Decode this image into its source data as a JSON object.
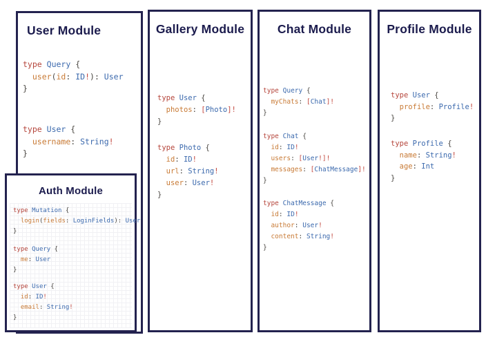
{
  "colors": {
    "background": "#ffffff",
    "border_navy": "#23224f",
    "title_navy": "#1b1b4d",
    "token_keyword": "#b5453b",
    "token_type": "#3b69ad",
    "token_field": "#c87a35",
    "token_punct": "#4a4742",
    "token_bracket": "#c2463c"
  },
  "modules": {
    "user": {
      "title": "User Module",
      "blocks": [
        [
          [
            [
              "k",
              "type"
            ],
            [
              "p",
              " "
            ],
            [
              "t",
              "Query"
            ],
            [
              "p",
              " {"
            ]
          ],
          [
            [
              "p",
              "  "
            ],
            [
              "f",
              "user"
            ],
            [
              "p",
              "("
            ],
            [
              "f",
              "id"
            ],
            [
              "p",
              ": "
            ],
            [
              "t",
              "ID"
            ],
            [
              "b",
              "!"
            ],
            [
              "p",
              "): "
            ],
            [
              "t",
              "User"
            ]
          ],
          [
            [
              "p",
              "}"
            ]
          ]
        ],
        [
          [
            [
              "k",
              "type"
            ],
            [
              "p",
              " "
            ],
            [
              "t",
              "User"
            ],
            [
              "p",
              " {"
            ]
          ],
          [
            [
              "p",
              "  "
            ],
            [
              "f",
              "username"
            ],
            [
              "p",
              ": "
            ],
            [
              "t",
              "String"
            ],
            [
              "b",
              "!"
            ]
          ],
          [
            [
              "p",
              "}"
            ]
          ]
        ]
      ]
    },
    "auth": {
      "title": "Auth Module",
      "blocks": [
        [
          [
            [
              "k",
              "type"
            ],
            [
              "p",
              " "
            ],
            [
              "t",
              "Mutation"
            ],
            [
              "p",
              " {"
            ]
          ],
          [
            [
              "p",
              "  "
            ],
            [
              "f",
              "login"
            ],
            [
              "p",
              "("
            ],
            [
              "f",
              "fields"
            ],
            [
              "p",
              ": "
            ],
            [
              "t",
              "LoginFields"
            ],
            [
              "p",
              "): "
            ],
            [
              "t",
              "User"
            ]
          ],
          [
            [
              "p",
              "}"
            ]
          ]
        ],
        [
          [
            [
              "k",
              "type"
            ],
            [
              "p",
              " "
            ],
            [
              "t",
              "Query"
            ],
            [
              "p",
              " {"
            ]
          ],
          [
            [
              "p",
              "  "
            ],
            [
              "f",
              "me"
            ],
            [
              "p",
              ": "
            ],
            [
              "t",
              "User"
            ]
          ],
          [
            [
              "p",
              "}"
            ]
          ]
        ],
        [
          [
            [
              "k",
              "type"
            ],
            [
              "p",
              " "
            ],
            [
              "t",
              "User"
            ],
            [
              "p",
              " {"
            ]
          ],
          [
            [
              "p",
              "  "
            ],
            [
              "f",
              "id"
            ],
            [
              "p",
              ": "
            ],
            [
              "t",
              "ID"
            ],
            [
              "b",
              "!"
            ]
          ],
          [
            [
              "p",
              "  "
            ],
            [
              "f",
              "email"
            ],
            [
              "p",
              ": "
            ],
            [
              "t",
              "String"
            ],
            [
              "b",
              "!"
            ]
          ],
          [
            [
              "p",
              "}"
            ]
          ]
        ]
      ]
    },
    "gallery": {
      "title": "Gallery Module",
      "blocks": [
        [
          [
            [
              "k",
              "type"
            ],
            [
              "p",
              " "
            ],
            [
              "t",
              "User"
            ],
            [
              "p",
              " {"
            ]
          ],
          [
            [
              "p",
              "  "
            ],
            [
              "f",
              "photos"
            ],
            [
              "p",
              ": "
            ],
            [
              "b",
              "["
            ],
            [
              "t",
              "Photo"
            ],
            [
              "b",
              "]!"
            ]
          ],
          [
            [
              "p",
              "}"
            ]
          ]
        ],
        [
          [
            [
              "k",
              "type"
            ],
            [
              "p",
              " "
            ],
            [
              "t",
              "Photo"
            ],
            [
              "p",
              " {"
            ]
          ],
          [
            [
              "p",
              "  "
            ],
            [
              "f",
              "id"
            ],
            [
              "p",
              ": "
            ],
            [
              "t",
              "ID"
            ],
            [
              "b",
              "!"
            ]
          ],
          [
            [
              "p",
              "  "
            ],
            [
              "f",
              "url"
            ],
            [
              "p",
              ": "
            ],
            [
              "t",
              "String"
            ],
            [
              "b",
              "!"
            ]
          ],
          [
            [
              "p",
              "  "
            ],
            [
              "f",
              "user"
            ],
            [
              "p",
              ": "
            ],
            [
              "t",
              "User"
            ],
            [
              "b",
              "!"
            ]
          ],
          [
            [
              "p",
              "}"
            ]
          ]
        ]
      ]
    },
    "chat": {
      "title": "Chat Module",
      "blocks": [
        [
          [
            [
              "k",
              "type"
            ],
            [
              "p",
              " "
            ],
            [
              "t",
              "Query"
            ],
            [
              "p",
              " {"
            ]
          ],
          [
            [
              "p",
              "  "
            ],
            [
              "f",
              "myChats"
            ],
            [
              "p",
              ": "
            ],
            [
              "b",
              "["
            ],
            [
              "t",
              "Chat"
            ],
            [
              "b",
              "]!"
            ]
          ],
          [
            [
              "p",
              "}"
            ]
          ]
        ],
        [
          [
            [
              "k",
              "type"
            ],
            [
              "p",
              " "
            ],
            [
              "t",
              "Chat"
            ],
            [
              "p",
              " {"
            ]
          ],
          [
            [
              "p",
              "  "
            ],
            [
              "f",
              "id"
            ],
            [
              "p",
              ": "
            ],
            [
              "t",
              "ID"
            ],
            [
              "b",
              "!"
            ]
          ],
          [
            [
              "p",
              "  "
            ],
            [
              "f",
              "users"
            ],
            [
              "p",
              ": "
            ],
            [
              "b",
              "["
            ],
            [
              "t",
              "User"
            ],
            [
              "b",
              "!]!"
            ]
          ],
          [
            [
              "p",
              "  "
            ],
            [
              "f",
              "messages"
            ],
            [
              "p",
              ": "
            ],
            [
              "b",
              "["
            ],
            [
              "t",
              "ChatMessage"
            ],
            [
              "b",
              "]!"
            ]
          ],
          [
            [
              "p",
              "}"
            ]
          ]
        ],
        [
          [
            [
              "k",
              "type"
            ],
            [
              "p",
              " "
            ],
            [
              "t",
              "ChatMessage"
            ],
            [
              "p",
              " {"
            ]
          ],
          [
            [
              "p",
              "  "
            ],
            [
              "f",
              "id"
            ],
            [
              "p",
              ": "
            ],
            [
              "t",
              "ID"
            ],
            [
              "b",
              "!"
            ]
          ],
          [
            [
              "p",
              "  "
            ],
            [
              "f",
              "author"
            ],
            [
              "p",
              ": "
            ],
            [
              "t",
              "User"
            ],
            [
              "b",
              "!"
            ]
          ],
          [
            [
              "p",
              "  "
            ],
            [
              "f",
              "content"
            ],
            [
              "p",
              ": "
            ],
            [
              "t",
              "String"
            ],
            [
              "b",
              "!"
            ]
          ],
          [
            [
              "p",
              "}"
            ]
          ]
        ]
      ]
    },
    "profile": {
      "title": "Profile Module",
      "blocks": [
        [
          [
            [
              "k",
              "type"
            ],
            [
              "p",
              " "
            ],
            [
              "t",
              "User"
            ],
            [
              "p",
              " {"
            ]
          ],
          [
            [
              "p",
              "  "
            ],
            [
              "f",
              "profile"
            ],
            [
              "p",
              ": "
            ],
            [
              "t",
              "Profile"
            ],
            [
              "b",
              "!"
            ]
          ],
          [
            [
              "p",
              "}"
            ]
          ]
        ],
        [
          [
            [
              "k",
              "type"
            ],
            [
              "p",
              " "
            ],
            [
              "t",
              "Profile"
            ],
            [
              "p",
              " {"
            ]
          ],
          [
            [
              "p",
              "  "
            ],
            [
              "f",
              "name"
            ],
            [
              "p",
              ": "
            ],
            [
              "t",
              "String"
            ],
            [
              "b",
              "!"
            ]
          ],
          [
            [
              "p",
              "  "
            ],
            [
              "f",
              "age"
            ],
            [
              "p",
              ": "
            ],
            [
              "t",
              "Int"
            ]
          ],
          [
            [
              "p",
              "}"
            ]
          ]
        ]
      ]
    }
  }
}
